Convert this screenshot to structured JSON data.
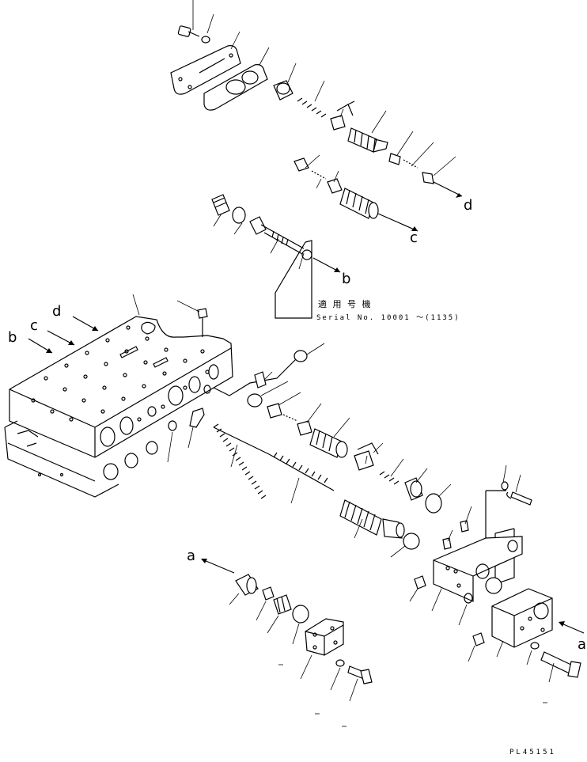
{
  "labels": {
    "a_left": "a",
    "a_right": "a",
    "b_top": "b",
    "b_left": "b",
    "c_top": "c",
    "c_left": "c",
    "d_top": "d",
    "d_left": "d"
  },
  "applicability": {
    "title": "適 用 号 機",
    "serial": "Serial No. 10001 ～(1135)"
  },
  "part_code": "PL45151"
}
